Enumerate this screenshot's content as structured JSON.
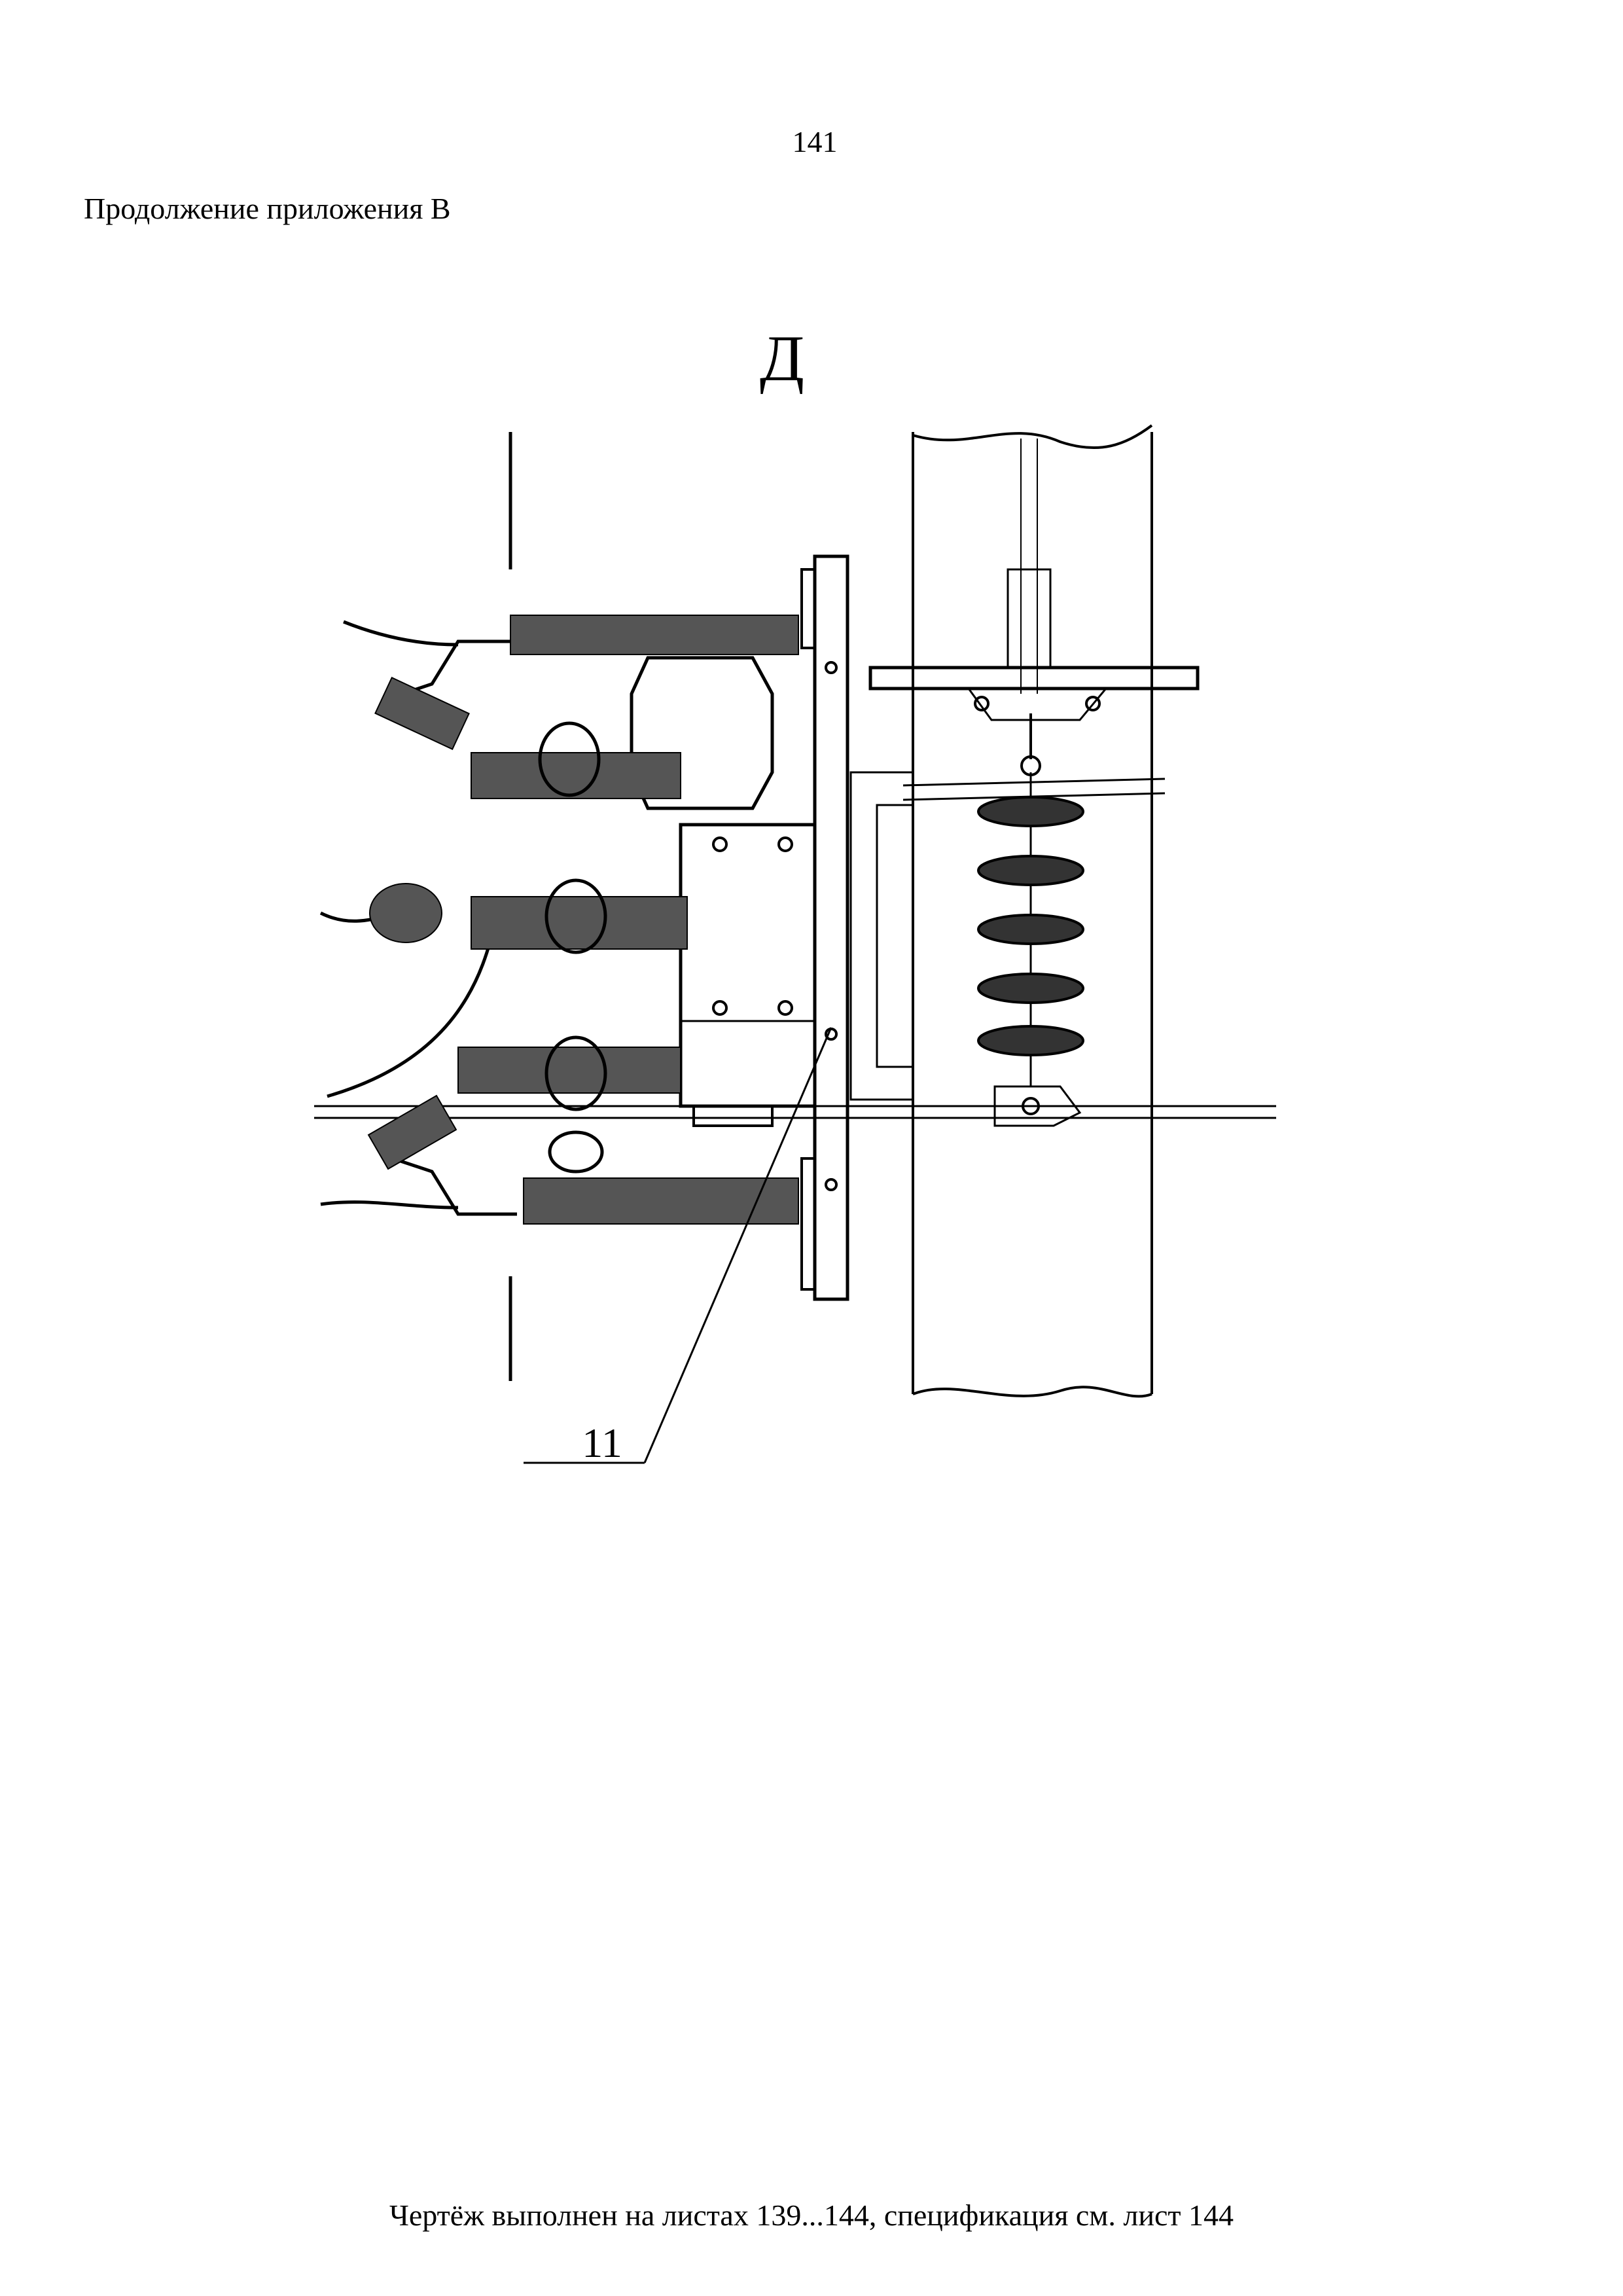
{
  "page": {
    "number": "141",
    "heading": "Продолжение приложения В",
    "footer": "Чертёж выполнен на листах 139...144, спецификация см. лист 144"
  },
  "drawing": {
    "view_label": "Д",
    "callouts": [
      {
        "number": "11"
      }
    ]
  }
}
